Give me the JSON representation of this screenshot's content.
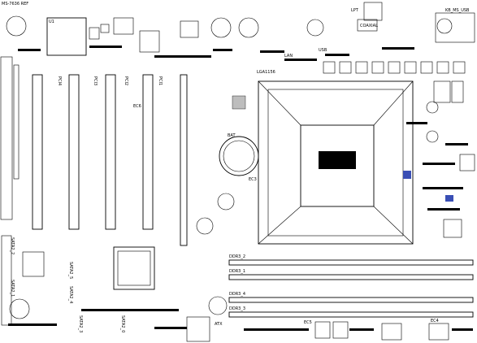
{
  "top_left": "MS-7636 REF",
  "connectors": {
    "lpt": "LPT",
    "coaxial": "COAXIAL",
    "kb_ms_usb": "KB_MS_USB"
  },
  "cpu_socket": "LGA1156",
  "pci_slots": [
    "PCI4",
    "PCI3",
    "PCI2",
    "PCI1"
  ],
  "memory_slots": [
    "DDR3_2",
    "DDR3_1",
    "DDR3_4",
    "DDR3_3"
  ],
  "sata_ports": [
    "SATA2_5",
    "SATA2_4",
    "SATA2_3",
    "SATA2_2",
    "SATA2_1",
    "SATA2_0"
  ],
  "power": "ATX",
  "misc_labels": {
    "lan": "LAN",
    "usb": "USB",
    "u1": "U1",
    "ec5": "EC5",
    "ec4": "EC4",
    "ec3": "EC3",
    "ec6": "EC6",
    "bat": "BAT"
  }
}
